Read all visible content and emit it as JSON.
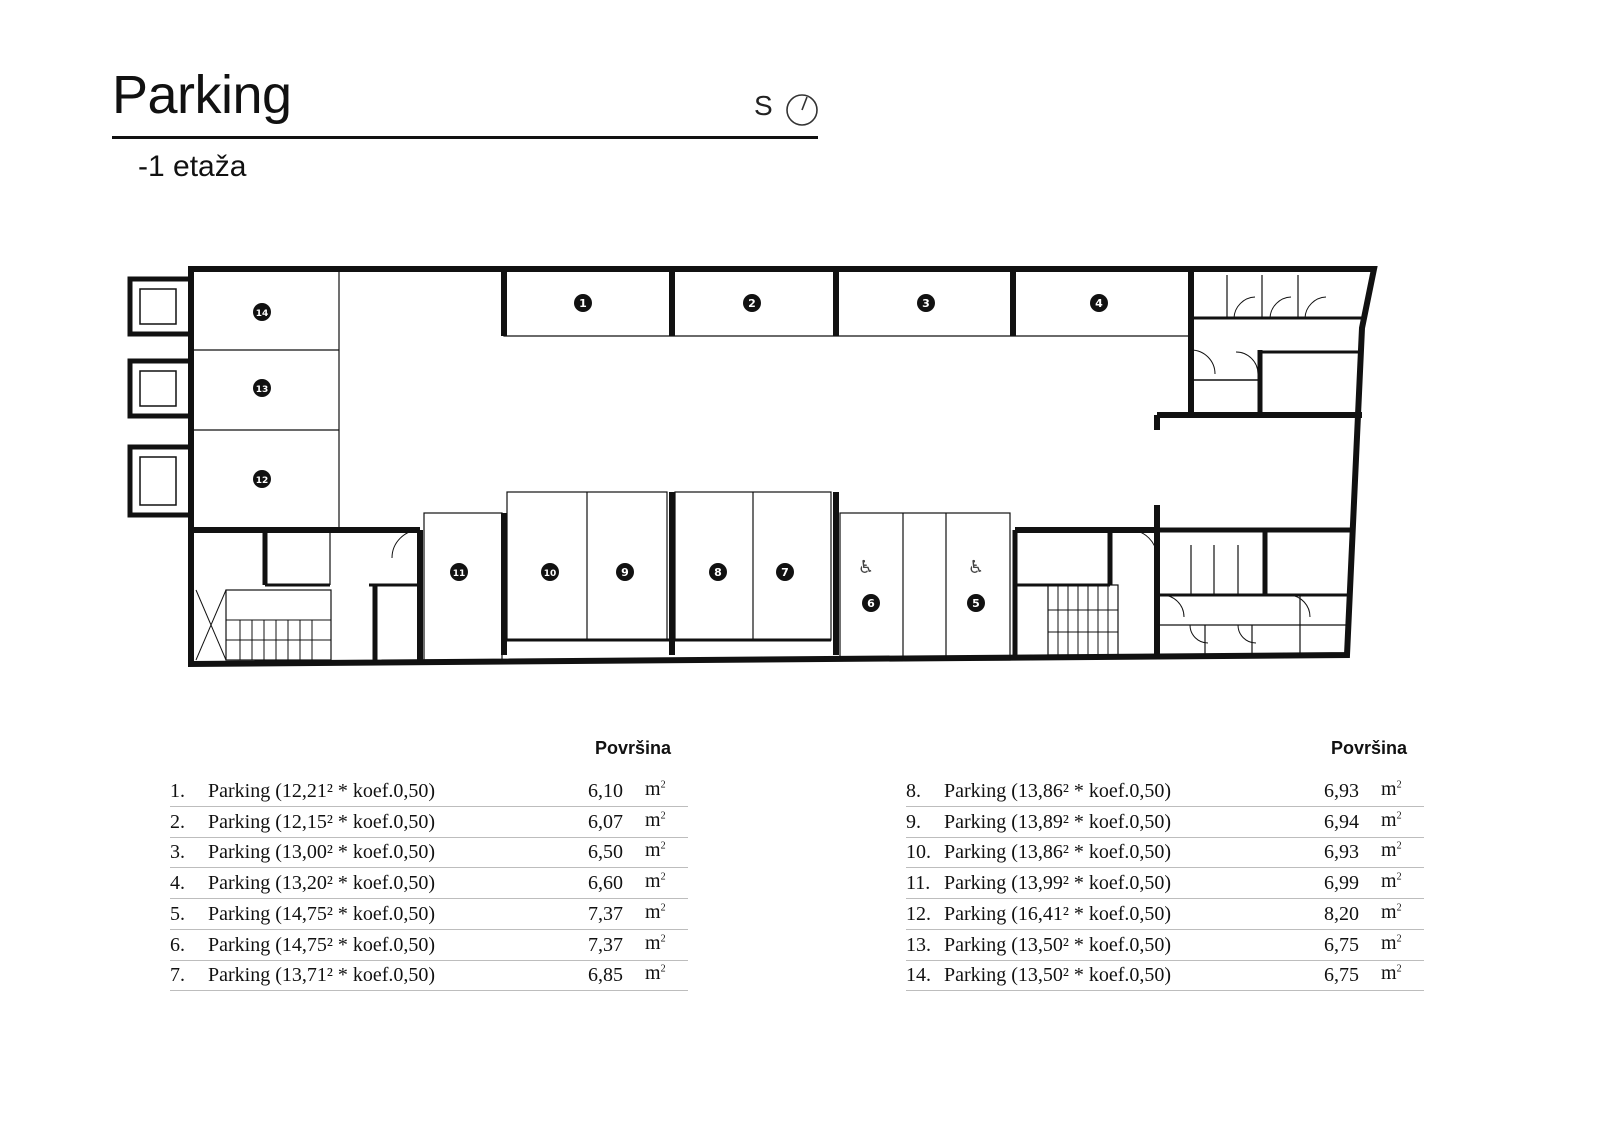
{
  "header": {
    "title": "Parking",
    "subtitle": "-1 etaža",
    "compass_letter": "S",
    "compass_icon": "north-arrow-icon"
  },
  "plan": {
    "spots": [
      "1",
      "2",
      "3",
      "4",
      "5",
      "6",
      "7",
      "8",
      "9",
      "10",
      "11",
      "12",
      "13",
      "14"
    ],
    "accessible_icon": "wheelchair-icon"
  },
  "table": {
    "header": "Površina",
    "unit": "m",
    "unit_sup": "2",
    "left": [
      {
        "num": "1.",
        "label": "Parking (12,21² * koef.0,50)",
        "value": "6,10"
      },
      {
        "num": "2.",
        "label": "Parking (12,15² * koef.0,50)",
        "value": "6,07"
      },
      {
        "num": "3.",
        "label": "Parking (13,00² * koef.0,50)",
        "value": "6,50"
      },
      {
        "num": "4.",
        "label": "Parking (13,20² * koef.0,50)",
        "value": "6,60"
      },
      {
        "num": "5.",
        "label": "Parking (14,75² * koef.0,50)",
        "value": "7,37"
      },
      {
        "num": "6.",
        "label": "Parking (14,75² * koef.0,50)",
        "value": "7,37"
      },
      {
        "num": "7.",
        "label": "Parking (13,71² * koef.0,50)",
        "value": "6,85"
      }
    ],
    "right": [
      {
        "num": "8.",
        "label": "Parking (13,86² * koef.0,50)",
        "value": "6,93"
      },
      {
        "num": "9.",
        "label": "Parking (13,89² * koef.0,50)",
        "value": "6,94"
      },
      {
        "num": "10.",
        "label": "Parking (13,86² * koef.0,50)",
        "value": "6,93"
      },
      {
        "num": "11.",
        "label": "Parking (13,99² * koef.0,50)",
        "value": "6,99"
      },
      {
        "num": "12.",
        "label": "Parking (16,41² * koef.0,50)",
        "value": "8,20"
      },
      {
        "num": "13.",
        "label": "Parking (13,50² * koef.0,50)",
        "value": "6,75"
      },
      {
        "num": "14.",
        "label": "Parking (13,50² * koef.0,50)",
        "value": "6,75"
      }
    ]
  },
  "colors": {
    "ink": "#111111",
    "line": "#bdbdbd",
    "background": "#ffffff"
  }
}
